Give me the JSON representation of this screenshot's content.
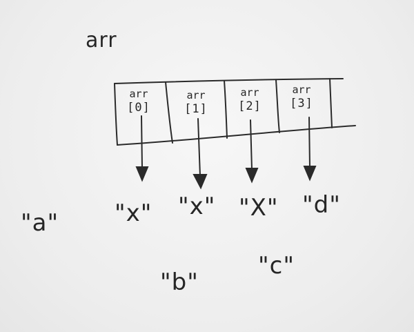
{
  "array_name": "arr",
  "cells": [
    {
      "name": "arr",
      "index": "[0]",
      "value": "\"x\""
    },
    {
      "name": "arr",
      "index": "[1]",
      "value": "\"x\""
    },
    {
      "name": "arr",
      "index": "[2]",
      "value": "\"X\""
    },
    {
      "name": "arr",
      "index": "[3]",
      "value": "\"d\""
    }
  ],
  "loose_strings": [
    "\"a\"",
    "\"b\"",
    "\"c\""
  ],
  "colors": {
    "ink": "#262626",
    "paper": "#f1f1f1"
  }
}
